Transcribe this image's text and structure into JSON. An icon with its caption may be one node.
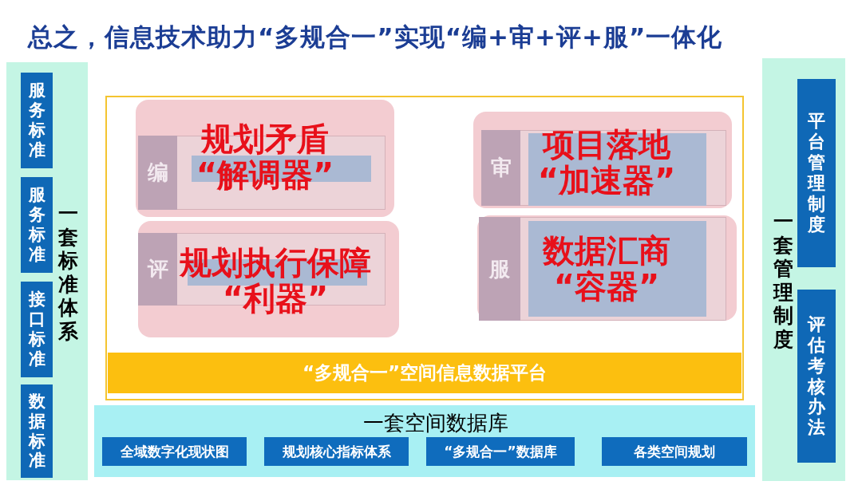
{
  "diagram": {
    "title": "总之，信息技术助力“多规合一”实现“编+审+评+服”一体化",
    "nodes": [
      {
        "text": [
          "一套标准体系"
        ]
      },
      {
        "text": [
          "服务标准"
        ],
        "in": 0
      },
      {
        "text": [
          "服务标准"
        ],
        "in": 0
      },
      {
        "text": [
          "接口标准"
        ],
        "in": 0
      },
      {
        "text": [
          "数据标准"
        ],
        "in": 0
      },
      {
        "text": [
          "“多规合一”空间信息数据平台"
        ]
      },
      {
        "text": [
          "规划矛盾“解调器”"
        ],
        "in": 5
      },
      {
        "text": [
          "编"
        ],
        "in": 6
      },
      {
        "text": [
          "项目落地“加速器”"
        ],
        "in": 5
      },
      {
        "text": [
          "审"
        ],
        "in": 8
      },
      {
        "text": [
          "规划执行保障“利器”"
        ],
        "in": 5
      },
      {
        "text": [
          "评"
        ],
        "in": 10
      },
      {
        "text": [
          "数据汇商“容器”"
        ],
        "in": 5
      },
      {
        "text": [
          "服"
        ],
        "in": 12
      },
      {
        "text": [
          "一套空间数据库"
        ]
      },
      {
        "text": [
          "全域数字化现状图"
        ],
        "in": 14
      },
      {
        "text": [
          "规划核心指标体系"
        ],
        "in": 14
      },
      {
        "text": [
          "“多规合一”数据库"
        ],
        "in": 14
      },
      {
        "text": [
          "各类空间规划"
        ],
        "in": 14
      },
      {
        "text": [
          "一套管理制度"
        ]
      },
      {
        "text": [
          "平台管理制度"
        ],
        "in": 19
      },
      {
        "text": [
          "评估考核办法"
        ],
        "in": 19
      }
    ]
  }
}
